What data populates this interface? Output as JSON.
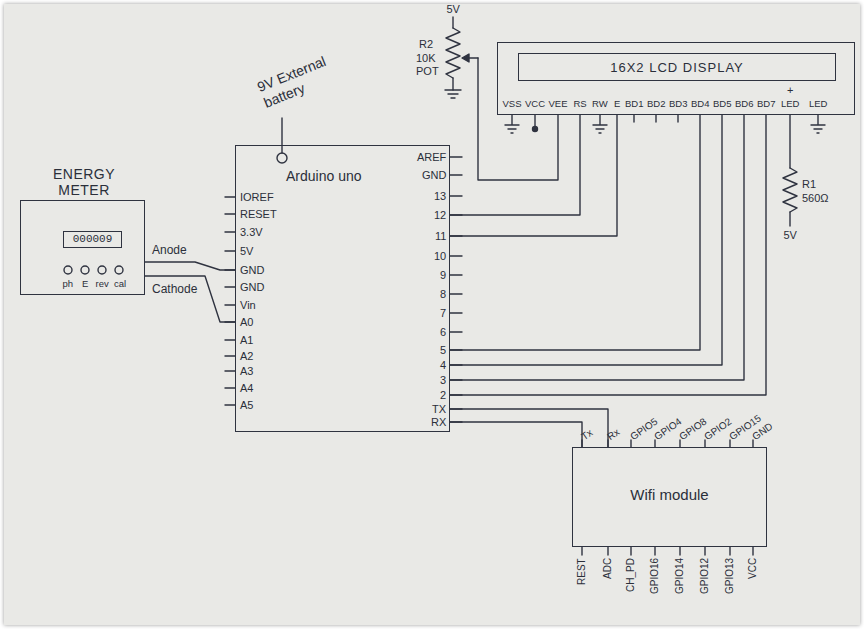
{
  "diagram": {
    "nodes": [
      {
        "text": [
          "ENERGY METER"
        ]
      },
      {
        "text": [
          "000009"
        ],
        "in": 0
      },
      {
        "text": [
          "Arduino uno"
        ]
      },
      {
        "text": [
          "16X2 LCD DISPLAY"
        ]
      },
      {
        "text": [
          "Wifi module"
        ]
      }
    ],
    "edges": [
      {
        "from": 0,
        "to": 2,
        "arrow": "none",
        "label": "Anode"
      },
      {
        "from": 0,
        "to": 2,
        "arrow": "none",
        "label": "Cathode"
      },
      {
        "from": 2,
        "to": 3,
        "arrow": "none"
      },
      {
        "from": 2,
        "to": 3,
        "arrow": "none"
      },
      {
        "from": 2,
        "to": 3,
        "arrow": "none"
      },
      {
        "from": 2,
        "to": 3,
        "arrow": "none"
      },
      {
        "from": 2,
        "to": 3,
        "arrow": "none"
      },
      {
        "from": 2,
        "to": 3,
        "arrow": "none"
      },
      {
        "from": 2,
        "to": 4,
        "arrow": "none"
      },
      {
        "from": 2,
        "to": 4,
        "arrow": "none"
      }
    ],
    "labels": [
      "9V External battery",
      "5V",
      "R2",
      "10K",
      "POT",
      "AREF",
      "GND",
      "13",
      "12",
      "11",
      "10",
      "9",
      "8",
      "7",
      "6",
      "5",
      "4",
      "3",
      "2",
      "TX",
      "RX",
      "IOREF",
      "RESET",
      "3.3V",
      "5V",
      "GND",
      "GND",
      "Vin",
      "A0",
      "A1",
      "A2",
      "A3",
      "A4",
      "A5",
      "VSS",
      "VCC",
      "VEE",
      "RS",
      "RW",
      "E",
      "BD1",
      "BD2",
      "BD3",
      "BD4",
      "BD5",
      "BD6",
      "BD7",
      "LED",
      "LED",
      "+",
      "R1",
      "560Ω",
      "5V",
      "ph",
      "E",
      "rev",
      "cal",
      "Tx",
      "Rx",
      "GPIO5",
      "GPIO4",
      "GPIO8",
      "GPIO2",
      "GPIO15",
      "GND",
      "REST",
      "ADC",
      "CH_PD",
      "GPIO16",
      "GPIO14",
      "GPIO12",
      "GPIO13",
      "VCC"
    ]
  }
}
